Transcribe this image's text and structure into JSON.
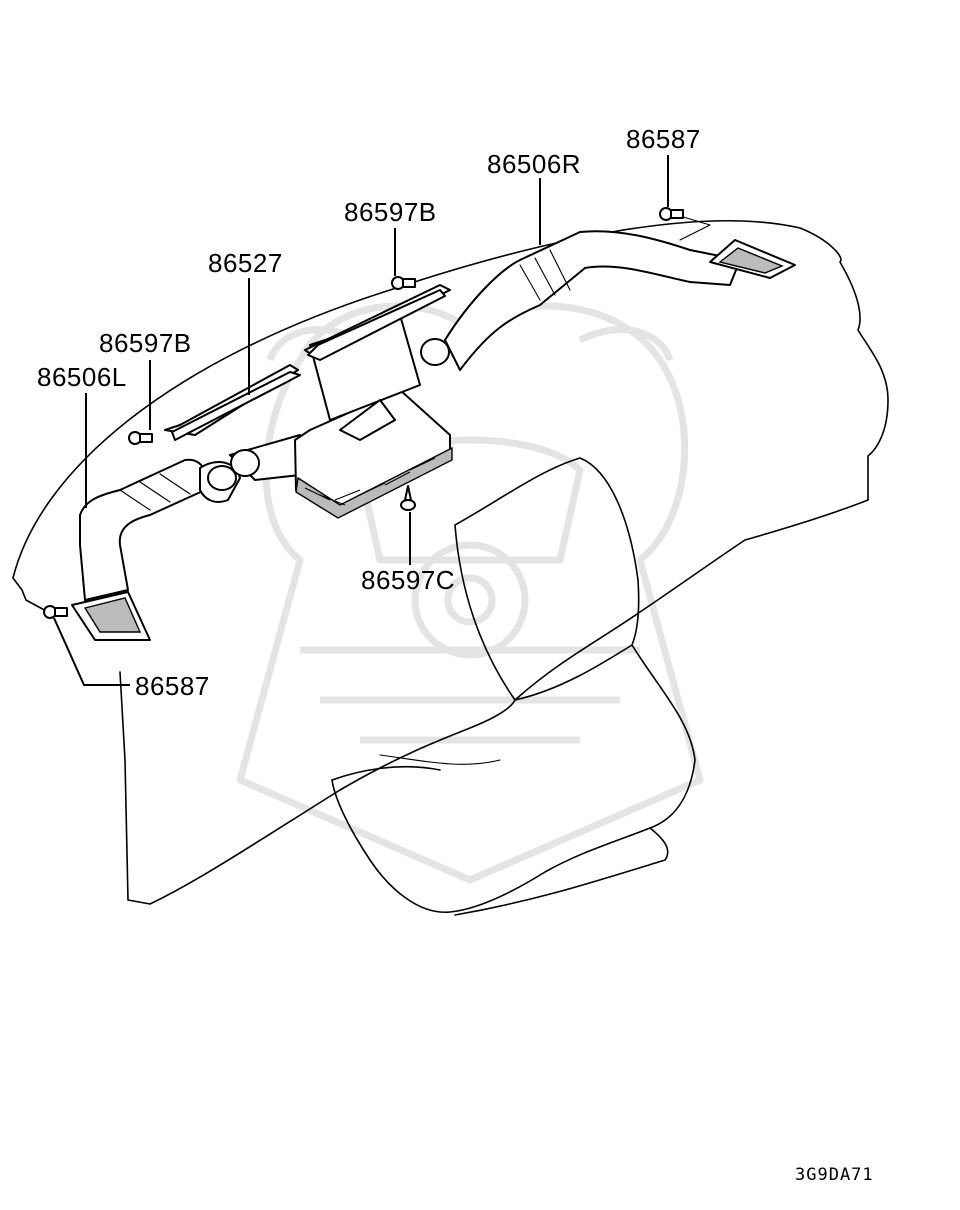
{
  "diagram": {
    "part_labels": {
      "p86587_top": "86587",
      "p86506R": "86506R",
      "p86597B_top": "86597B",
      "p86527": "86527",
      "p86597B_left": "86597B",
      "p86506L": "86506L",
      "p86597C": "86597C",
      "p86587_bottom": "86587"
    },
    "figure_code": "3G9DA71"
  }
}
